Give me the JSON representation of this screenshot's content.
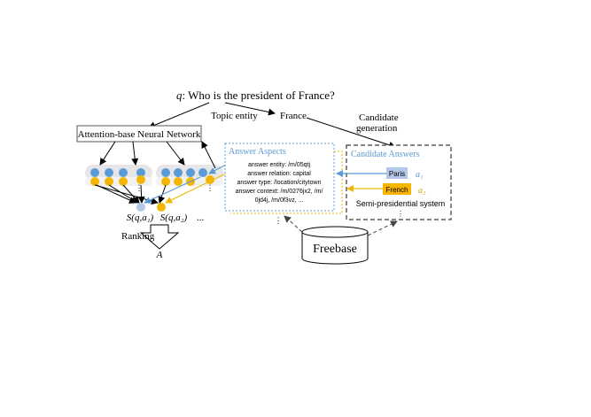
{
  "question": {
    "prefix": "q",
    "text": ": Who is the president of France?"
  },
  "topic_entity": {
    "edge_label": "Topic entity",
    "name": "France"
  },
  "candidate_generation": {
    "line1": "Candidate",
    "line2": "generation"
  },
  "network": {
    "title": "Attention-base Neural Network"
  },
  "scores": {
    "score1": "S(q,a₁)",
    "score2": "S(q,a₂)",
    "ellipsis": "..."
  },
  "ranking": {
    "label": "Ranking",
    "output": "A"
  },
  "answer_aspects": {
    "title": "Answer Aspects",
    "lines": [
      "answer entity: /m/05qtj",
      "answer relation: capital",
      "answer type: /location/citytown",
      "answer context: /m/0276jx2, /m/",
      "0jd4j, /m/0f3vz, ..."
    ]
  },
  "candidate_answers": {
    "title": "Candidate Answers",
    "items": [
      {
        "name": "Paris",
        "symbol": "a₁",
        "color": "#b4c7e7",
        "text_color": "#000000"
      },
      {
        "name": "French",
        "symbol": "a₂",
        "color": "#f7b500",
        "text_color": "#000000"
      }
    ],
    "other": "Semi-presidential system"
  },
  "knowledge_base": {
    "name": "Freebase"
  },
  "colors": {
    "blue": "#5b9bd5",
    "gold": "#f2b705",
    "node_gray": "#d9d9d9",
    "dark": "#3a3a3a"
  }
}
